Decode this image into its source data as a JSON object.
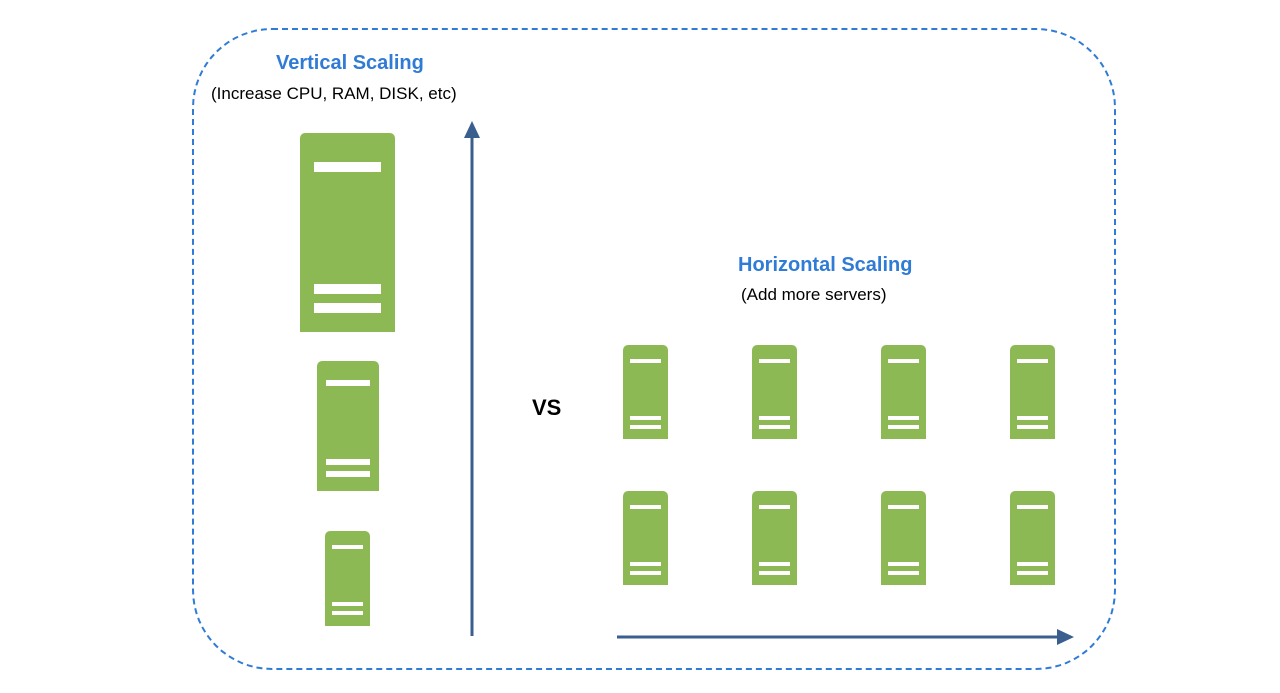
{
  "colors": {
    "accent": "#2f7bd6",
    "server": "#8db955",
    "arrow": "#3a5f8f",
    "text": "#000000"
  },
  "vertical": {
    "title": "Vertical Scaling",
    "subtitle": "(Increase CPU, RAM, DISK, etc)"
  },
  "horizontal": {
    "title": "Horizontal Scaling",
    "subtitle": "(Add more servers)"
  },
  "vs_label": "VS",
  "icons": {
    "server": "server-icon",
    "vertical_arrow": "arrow-up-icon",
    "horizontal_arrow": "arrow-right-icon"
  }
}
